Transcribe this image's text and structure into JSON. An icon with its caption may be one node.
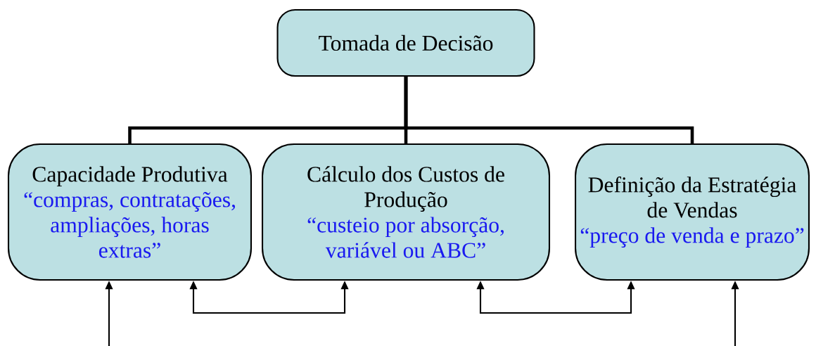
{
  "diagram": {
    "nodes": [
      {
        "text": [
          "Tomada de Decisão"
        ]
      },
      {
        "text": [
          "Capacidade Produtiva",
          "“compras, contratações, ampliações, horas extras”"
        ]
      },
      {
        "text": [
          "Cálculo dos Custos de Produção",
          "“custeio por absorção, variável ou ABC”"
        ]
      },
      {
        "text": [
          "Definição da Estratégia de Vendas",
          "“preço de venda e prazo”"
        ]
      }
    ],
    "edges": [
      {
        "from": 0,
        "to": 1,
        "arrow": "none",
        "style": "thick"
      },
      {
        "from": 0,
        "to": 2,
        "arrow": "none",
        "style": "thick"
      },
      {
        "from": 0,
        "to": 3,
        "arrow": "none",
        "style": "thick"
      },
      {
        "from": null,
        "to": 1,
        "arrow": "to"
      },
      {
        "from": 1,
        "to": 2,
        "arrow": "both"
      },
      {
        "from": 2,
        "to": 3,
        "arrow": "both"
      },
      {
        "from": null,
        "to": 3,
        "arrow": "to"
      }
    ]
  }
}
